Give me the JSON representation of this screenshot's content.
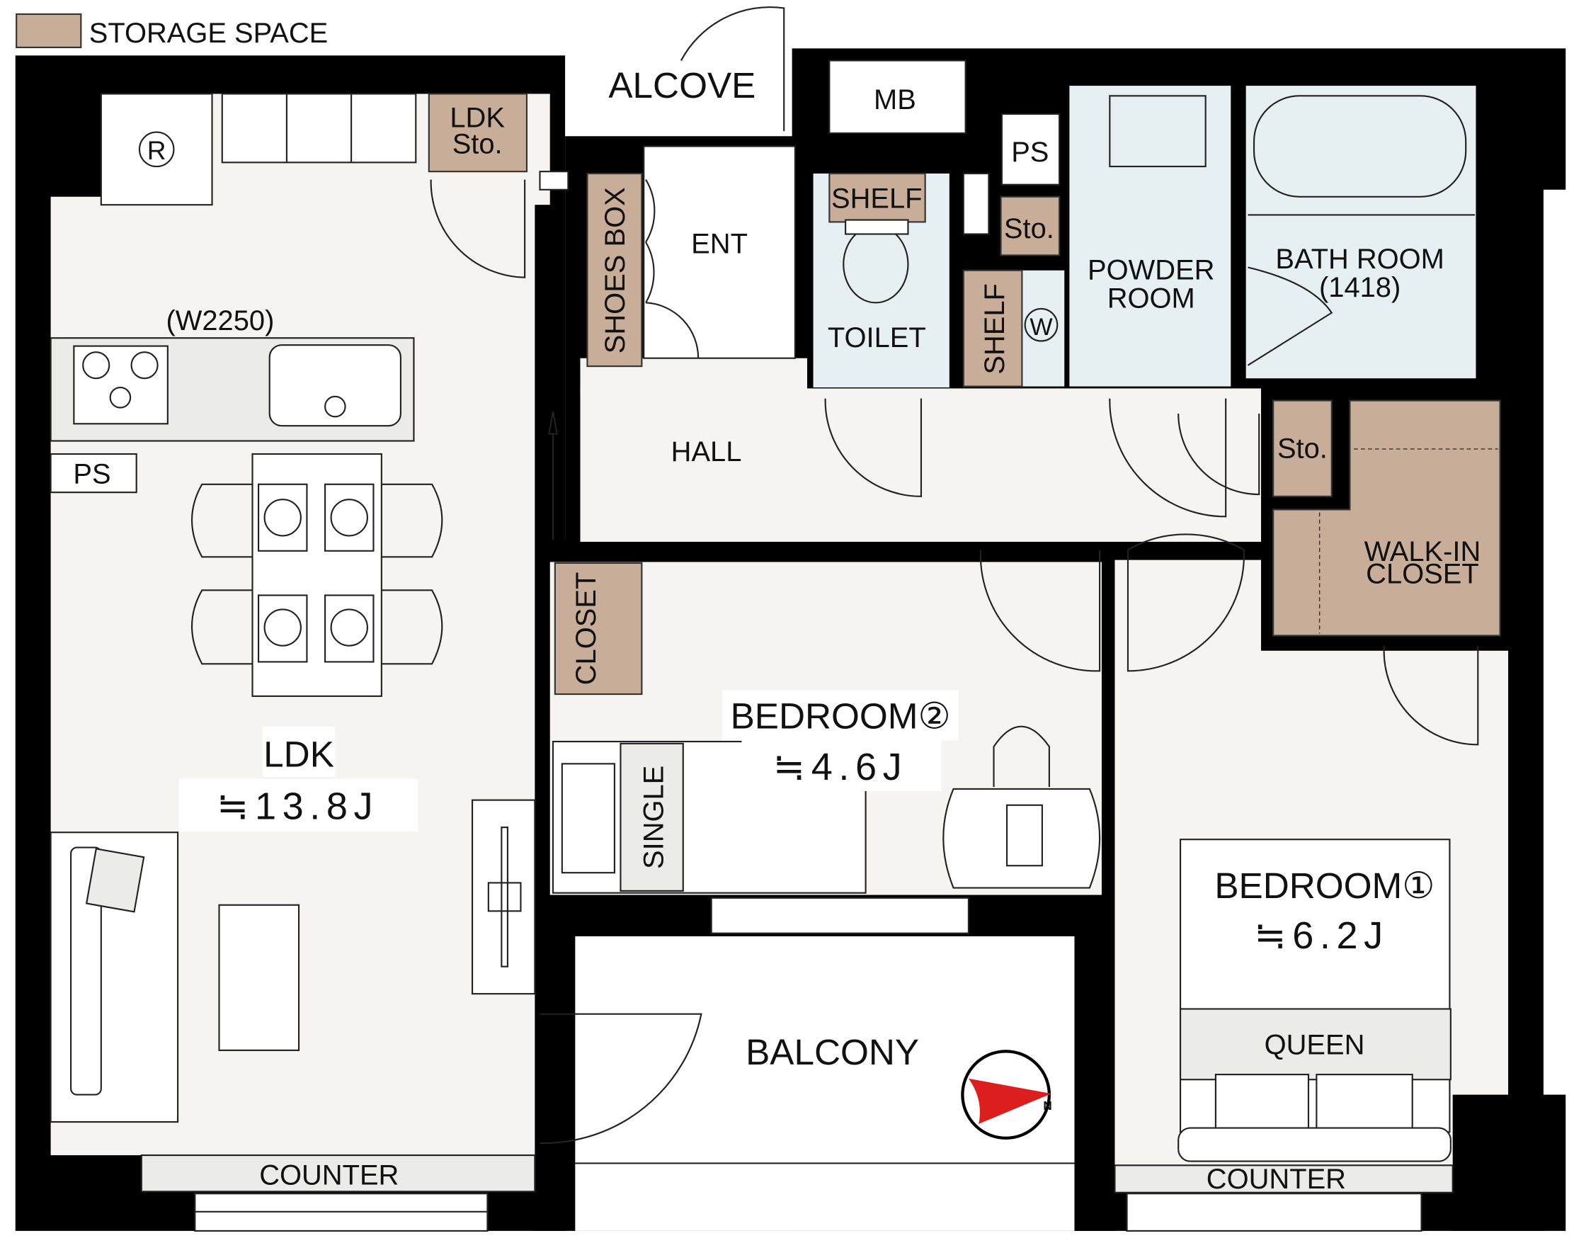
{
  "legend": {
    "label": "STORAGE SPACE",
    "swatch_color": "#c8ad98"
  },
  "rooms": {
    "ldk": {
      "name": "LDK",
      "area": "≒13.8J"
    },
    "ldk_storage": {
      "line1": "LDK",
      "line2": "Sto."
    },
    "kitchen_width": "(W2250)",
    "ps_left": "PS",
    "alcove": "ALCOVE",
    "mb": "MB",
    "ps_right": "PS",
    "shoes_box": "SHOES BOX",
    "entrance": "ENT",
    "hall": "HALL",
    "toilet": "TOILET",
    "toilet_shelf": "SHELF",
    "powder_storage": "Sto.",
    "washer_shelf": "SHELF",
    "washer": "W",
    "powder_room": {
      "line1": "POWDER",
      "line2": "ROOM"
    },
    "bath_room": {
      "name": "BATH ROOM",
      "size": "(1418)"
    },
    "hall_storage": "Sto.",
    "walk_in_closet": {
      "line1": "WALK-IN",
      "line2": "CLOSET"
    },
    "bedroom2": {
      "name": "BEDROOM②",
      "area": "≒4.6J",
      "closet": "CLOSET",
      "bed": "SINGLE"
    },
    "bedroom1": {
      "name": "BEDROOM①",
      "area": "≒6.2J",
      "bed": "QUEEN"
    },
    "balcony": "BALCONY",
    "counter_ldk": "COUNTER",
    "counter_bedroom1": "COUNTER",
    "fridge": "R"
  },
  "compass": {
    "label": "N",
    "color": "#dc1e1e"
  }
}
